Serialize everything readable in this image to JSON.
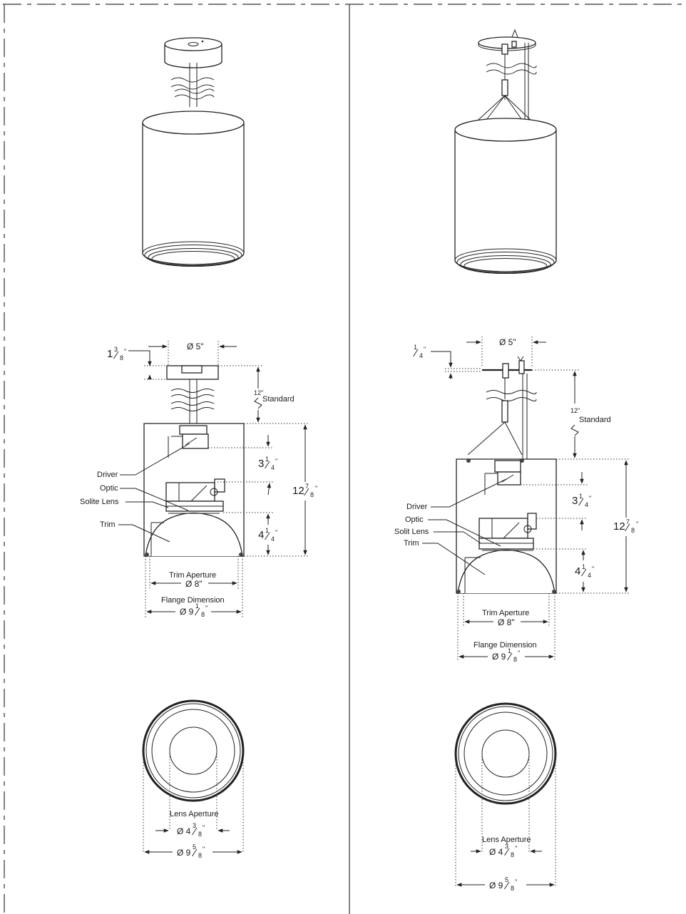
{
  "left": {
    "top_dim": {
      "whole": "1",
      "num": "3",
      "den": "8",
      "unit": "\""
    },
    "canopy_dia": "Ø 5\"",
    "stem": {
      "value": "12\"",
      "note": "Standard"
    },
    "driver_height": {
      "whole": "3",
      "num": "1",
      "den": "4",
      "unit": "\""
    },
    "overall_height": {
      "whole": "12",
      "num": "7",
      "den": "8",
      "unit": "\""
    },
    "trim_height": {
      "whole": "4",
      "num": "1",
      "den": "4",
      "unit": "\""
    },
    "labels": {
      "driver": "Driver",
      "optic": "Optic",
      "lens": "Solite Lens",
      "trim": "Trim"
    },
    "trim_aperture": {
      "label": "Trim Aperture",
      "value": "Ø 8\""
    },
    "flange": {
      "label": "Flange Dimension",
      "whole": "Ø 9",
      "num": "1",
      "den": "8",
      "unit": "\""
    },
    "lens_aperture": {
      "label": "Lens Aperture",
      "whole": "Ø 4",
      "num": "3",
      "den": "8",
      "unit": "\""
    },
    "outer_dia": {
      "whole": "Ø 9",
      "num": "5",
      "den": "8",
      "unit": "\""
    }
  },
  "right": {
    "top_dim": {
      "num": "1",
      "den": "4",
      "unit": "\""
    },
    "canopy_dia": "Ø 5\"",
    "stem": {
      "value": "12\"",
      "note": "Standard"
    },
    "driver_height": {
      "whole": "3",
      "num": "1",
      "den": "4",
      "unit": "\""
    },
    "overall_height": {
      "whole": "12",
      "num": "7",
      "den": "8",
      "unit": "\""
    },
    "trim_height": {
      "whole": "4",
      "num": "1",
      "den": "4",
      "unit": "\""
    },
    "labels": {
      "driver": "Driver",
      "optic": "Optic",
      "lens": "Solit Lens",
      "trim": "Trim"
    },
    "trim_aperture": {
      "label": "Trim Aperture",
      "value": "Ø 8\""
    },
    "flange": {
      "label": "Flange Dimension",
      "whole": "Ø 9",
      "num": "1",
      "den": "8",
      "unit": "\""
    },
    "lens_aperture": {
      "label": "Lens Aperture",
      "whole": "Ø 4",
      "num": "3",
      "den": "8",
      "unit": "\""
    },
    "outer_dia": {
      "whole": "Ø 9",
      "num": "5",
      "den": "8",
      "unit": "\""
    }
  }
}
